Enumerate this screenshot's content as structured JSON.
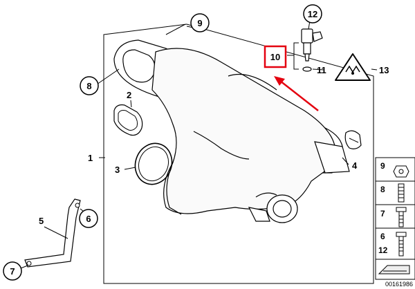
{
  "callouts": {
    "c1": "1",
    "c2": "2",
    "c3": "3",
    "c4": "4",
    "c5": "5",
    "c6": "6",
    "c7": "7",
    "c8": "8",
    "c9": "9",
    "c10": "10",
    "c11": "11",
    "c12": "12",
    "c13": "13"
  },
  "legend": [
    "9",
    "8",
    "7",
    "6",
    "12"
  ],
  "diagram_number": "00161986",
  "highlight_color": "#e4000f"
}
